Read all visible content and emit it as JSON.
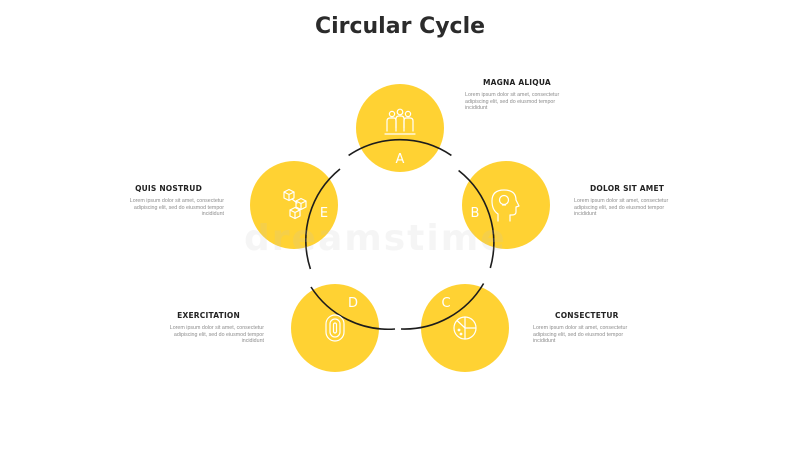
{
  "title": "Circular Cycle",
  "colors": {
    "fill": "#FFD233",
    "ring": "#1c1c1c",
    "icon": "#ffffff"
  },
  "watermark": "dreamstime",
  "steps": [
    {
      "letter": "A",
      "icon": "team-icon",
      "heading": "MAGNA ALIQUA",
      "text": "Lorem ipsum dolor sit amet, consectetur adipiscing elit, sed do eiusmod tempor incididunt"
    },
    {
      "letter": "B",
      "icon": "head-idea-icon",
      "heading": "DOLOR SIT AMET",
      "text": "Lorem ipsum dolor sit amet, consectetur adipiscing elit, sed do eiusmod tempor incididunt"
    },
    {
      "letter": "C",
      "icon": "pie-chart-icon",
      "heading": "CONSECTETUR",
      "text": "Lorem ipsum dolor sit amet, consectetur adipiscing elit, sed do eiusmod tempor incididunt"
    },
    {
      "letter": "D",
      "icon": "fingerprint-icon",
      "heading": "EXERCITATION",
      "text": "Lorem ipsum dolor sit amet, consectetur adipiscing elit, sed do eiusmod tempor incididunt"
    },
    {
      "letter": "E",
      "icon": "cubes-network-icon",
      "heading": "QUIS NOSTRUD",
      "text": "Lorem ipsum dolor sit amet, consectetur adipiscing elit, sed do eiusmod tempor incididunt"
    }
  ]
}
